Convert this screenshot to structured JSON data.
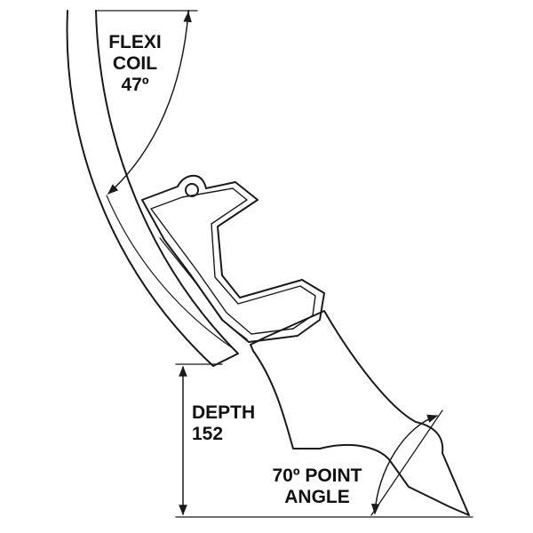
{
  "colors": {
    "line": "#1a1a1a",
    "background": "#ffffff"
  },
  "labels": {
    "coil_angle": {
      "line1": "FLEXI",
      "line2": "COIL",
      "line3": "47º"
    },
    "depth": {
      "line1": "DEPTH",
      "line2": "152"
    },
    "point_angle": {
      "line1": "70º POINT",
      "line2": "ANGLE"
    }
  }
}
